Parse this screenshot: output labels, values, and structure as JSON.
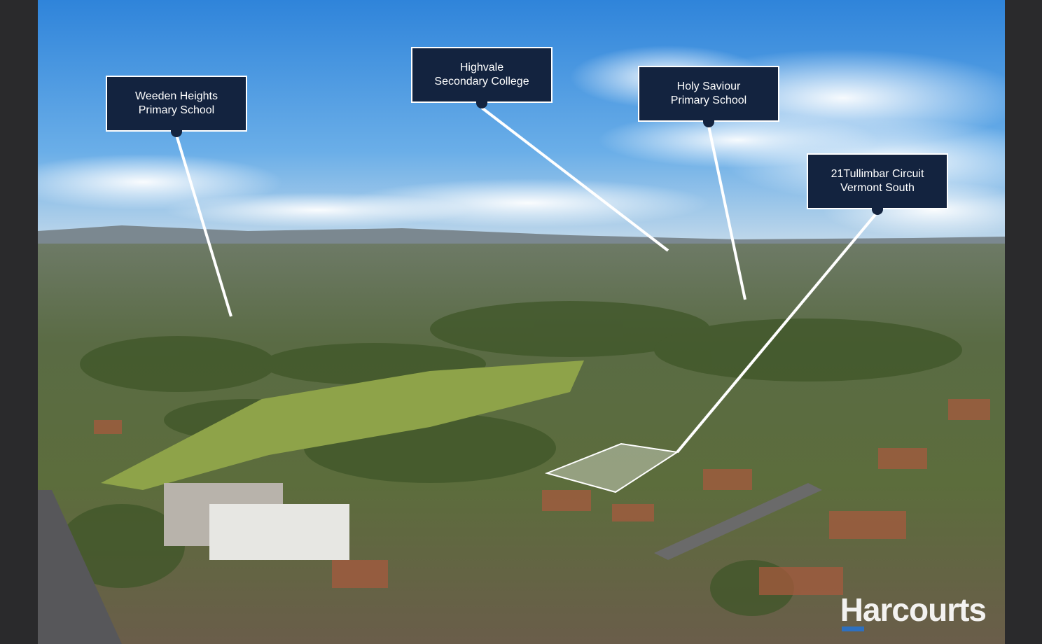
{
  "labels": {
    "weeden": {
      "line1": "Weeden Heights",
      "line2": "Primary School"
    },
    "highvale": {
      "line1": "Highvale",
      "line2": "Secondary College"
    },
    "holy": {
      "line1": "Holy Saviour",
      "line2": "Primary School"
    },
    "property": {
      "line1": "21Tullimbar Circuit",
      "line2": "Vermont South"
    }
  },
  "watermark": "Harcourts",
  "colors": {
    "label_bg": "#13233f",
    "sky": "#3f8fdc",
    "brand_bar": "#2a72c9"
  }
}
